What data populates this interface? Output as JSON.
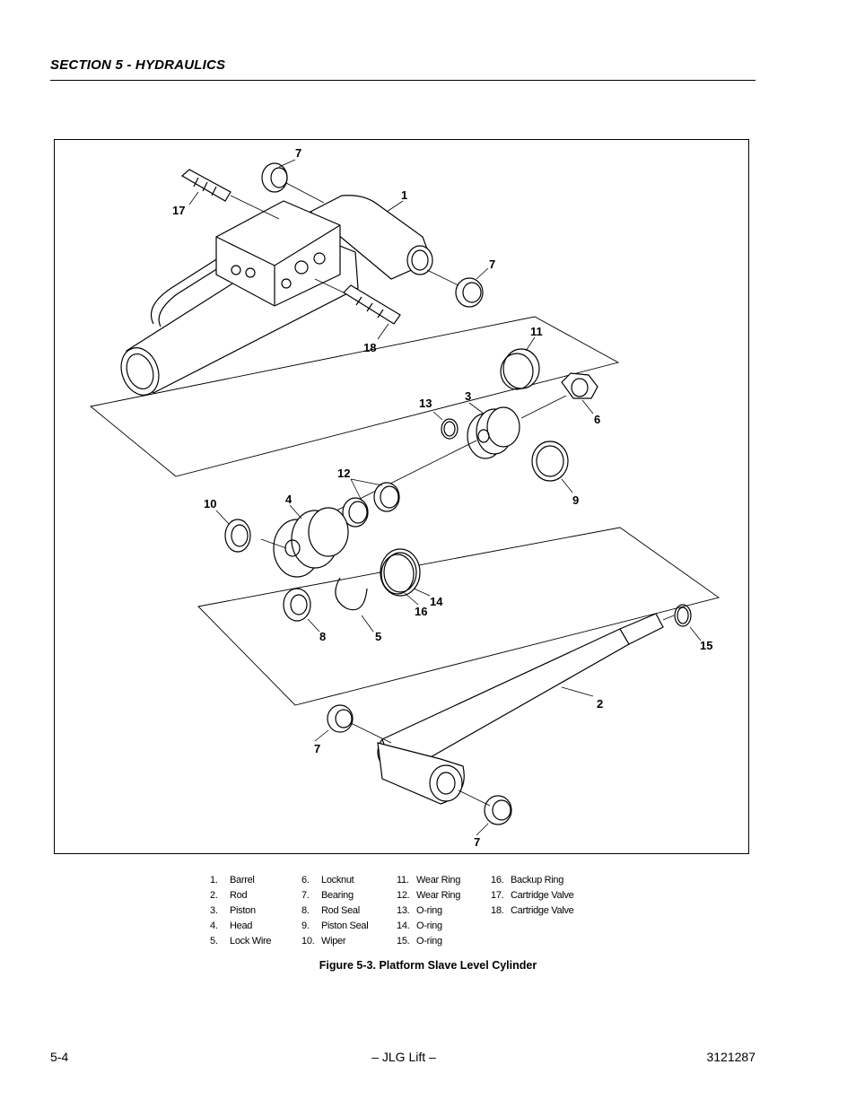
{
  "header": {
    "section_title": "SECTION 5 - HYDRAULICS"
  },
  "figure": {
    "callouts": [
      "7",
      "17",
      "1",
      "7",
      "18",
      "11",
      "13",
      "3",
      "6",
      "12",
      "10",
      "4",
      "9",
      "14",
      "16",
      "8",
      "5",
      "15",
      "2",
      "7",
      "7"
    ]
  },
  "legend": {
    "columns": [
      [
        {
          "num": "1.",
          "label": "Barrel"
        },
        {
          "num": "2.",
          "label": "Rod"
        },
        {
          "num": "3.",
          "label": "Piston"
        },
        {
          "num": "4.",
          "label": "Head"
        },
        {
          "num": "5.",
          "label": "Lock Wire"
        }
      ],
      [
        {
          "num": "6.",
          "label": "Locknut"
        },
        {
          "num": "7.",
          "label": "Bearing"
        },
        {
          "num": "8.",
          "label": "Rod Seal"
        },
        {
          "num": "9.",
          "label": "Piston Seal"
        },
        {
          "num": "10.",
          "label": "Wiper"
        }
      ],
      [
        {
          "num": "11.",
          "label": "Wear Ring"
        },
        {
          "num": "12.",
          "label": "Wear Ring"
        },
        {
          "num": "13.",
          "label": "O-ring"
        },
        {
          "num": "14.",
          "label": "O-ring"
        },
        {
          "num": "15.",
          "label": "O-ring"
        }
      ],
      [
        {
          "num": "16.",
          "label": "Backup Ring"
        },
        {
          "num": "17.",
          "label": "Cartridge Valve"
        },
        {
          "num": "18.",
          "label": "Cartridge Valve"
        }
      ]
    ]
  },
  "caption": "Figure 5-3.  Platform Slave Level Cylinder",
  "footer": {
    "page_number": "5-4",
    "center_text": "– JLG Lift –",
    "doc_number": "3121287"
  }
}
